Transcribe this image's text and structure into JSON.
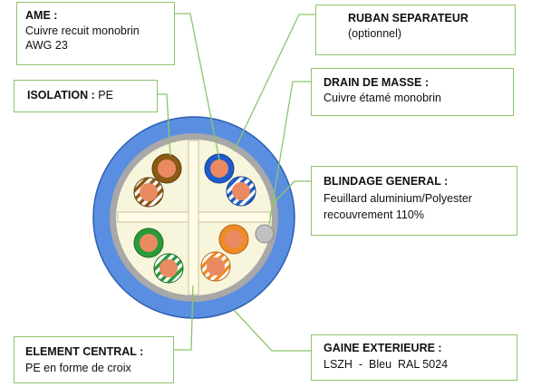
{
  "labels": {
    "ame": {
      "title": "AME :",
      "line1": "Cuivre recuit monobrin",
      "line2": "AWG 23"
    },
    "ruban": {
      "title": "RUBAN SEPARATEUR",
      "line1": "(optionnel)"
    },
    "isolation": {
      "title": "ISOLATION :",
      "line1": "PE"
    },
    "drain": {
      "title": "DRAIN DE MASSE :",
      "line1": "Cuivre étamé monobrin"
    },
    "blindage": {
      "title": "BLINDAGE GENERAL :",
      "line1": "Feuillard aluminium/Polyester",
      "line2": "recouvrement 110%"
    },
    "element": {
      "title": "ELEMENT CENTRAL :",
      "line1": "PE en forme de croix"
    },
    "gaine": {
      "title": "GAINE EXTERIEURE :",
      "line1": "LSZH  -  Bleu  RAL 5024"
    }
  },
  "colors": {
    "jacket": "#5a8ee0",
    "shield": "#a8a8a8",
    "filler": "#f7f5dc",
    "copper": "#ea8a62",
    "brown": "#8b5a14",
    "blue": "#1f5cc9",
    "green": "#2a9a3a",
    "orange": "#ef8a26",
    "drain": "#c0c0c0",
    "leader": "#8cc56a",
    "border": "#8cc56a"
  }
}
